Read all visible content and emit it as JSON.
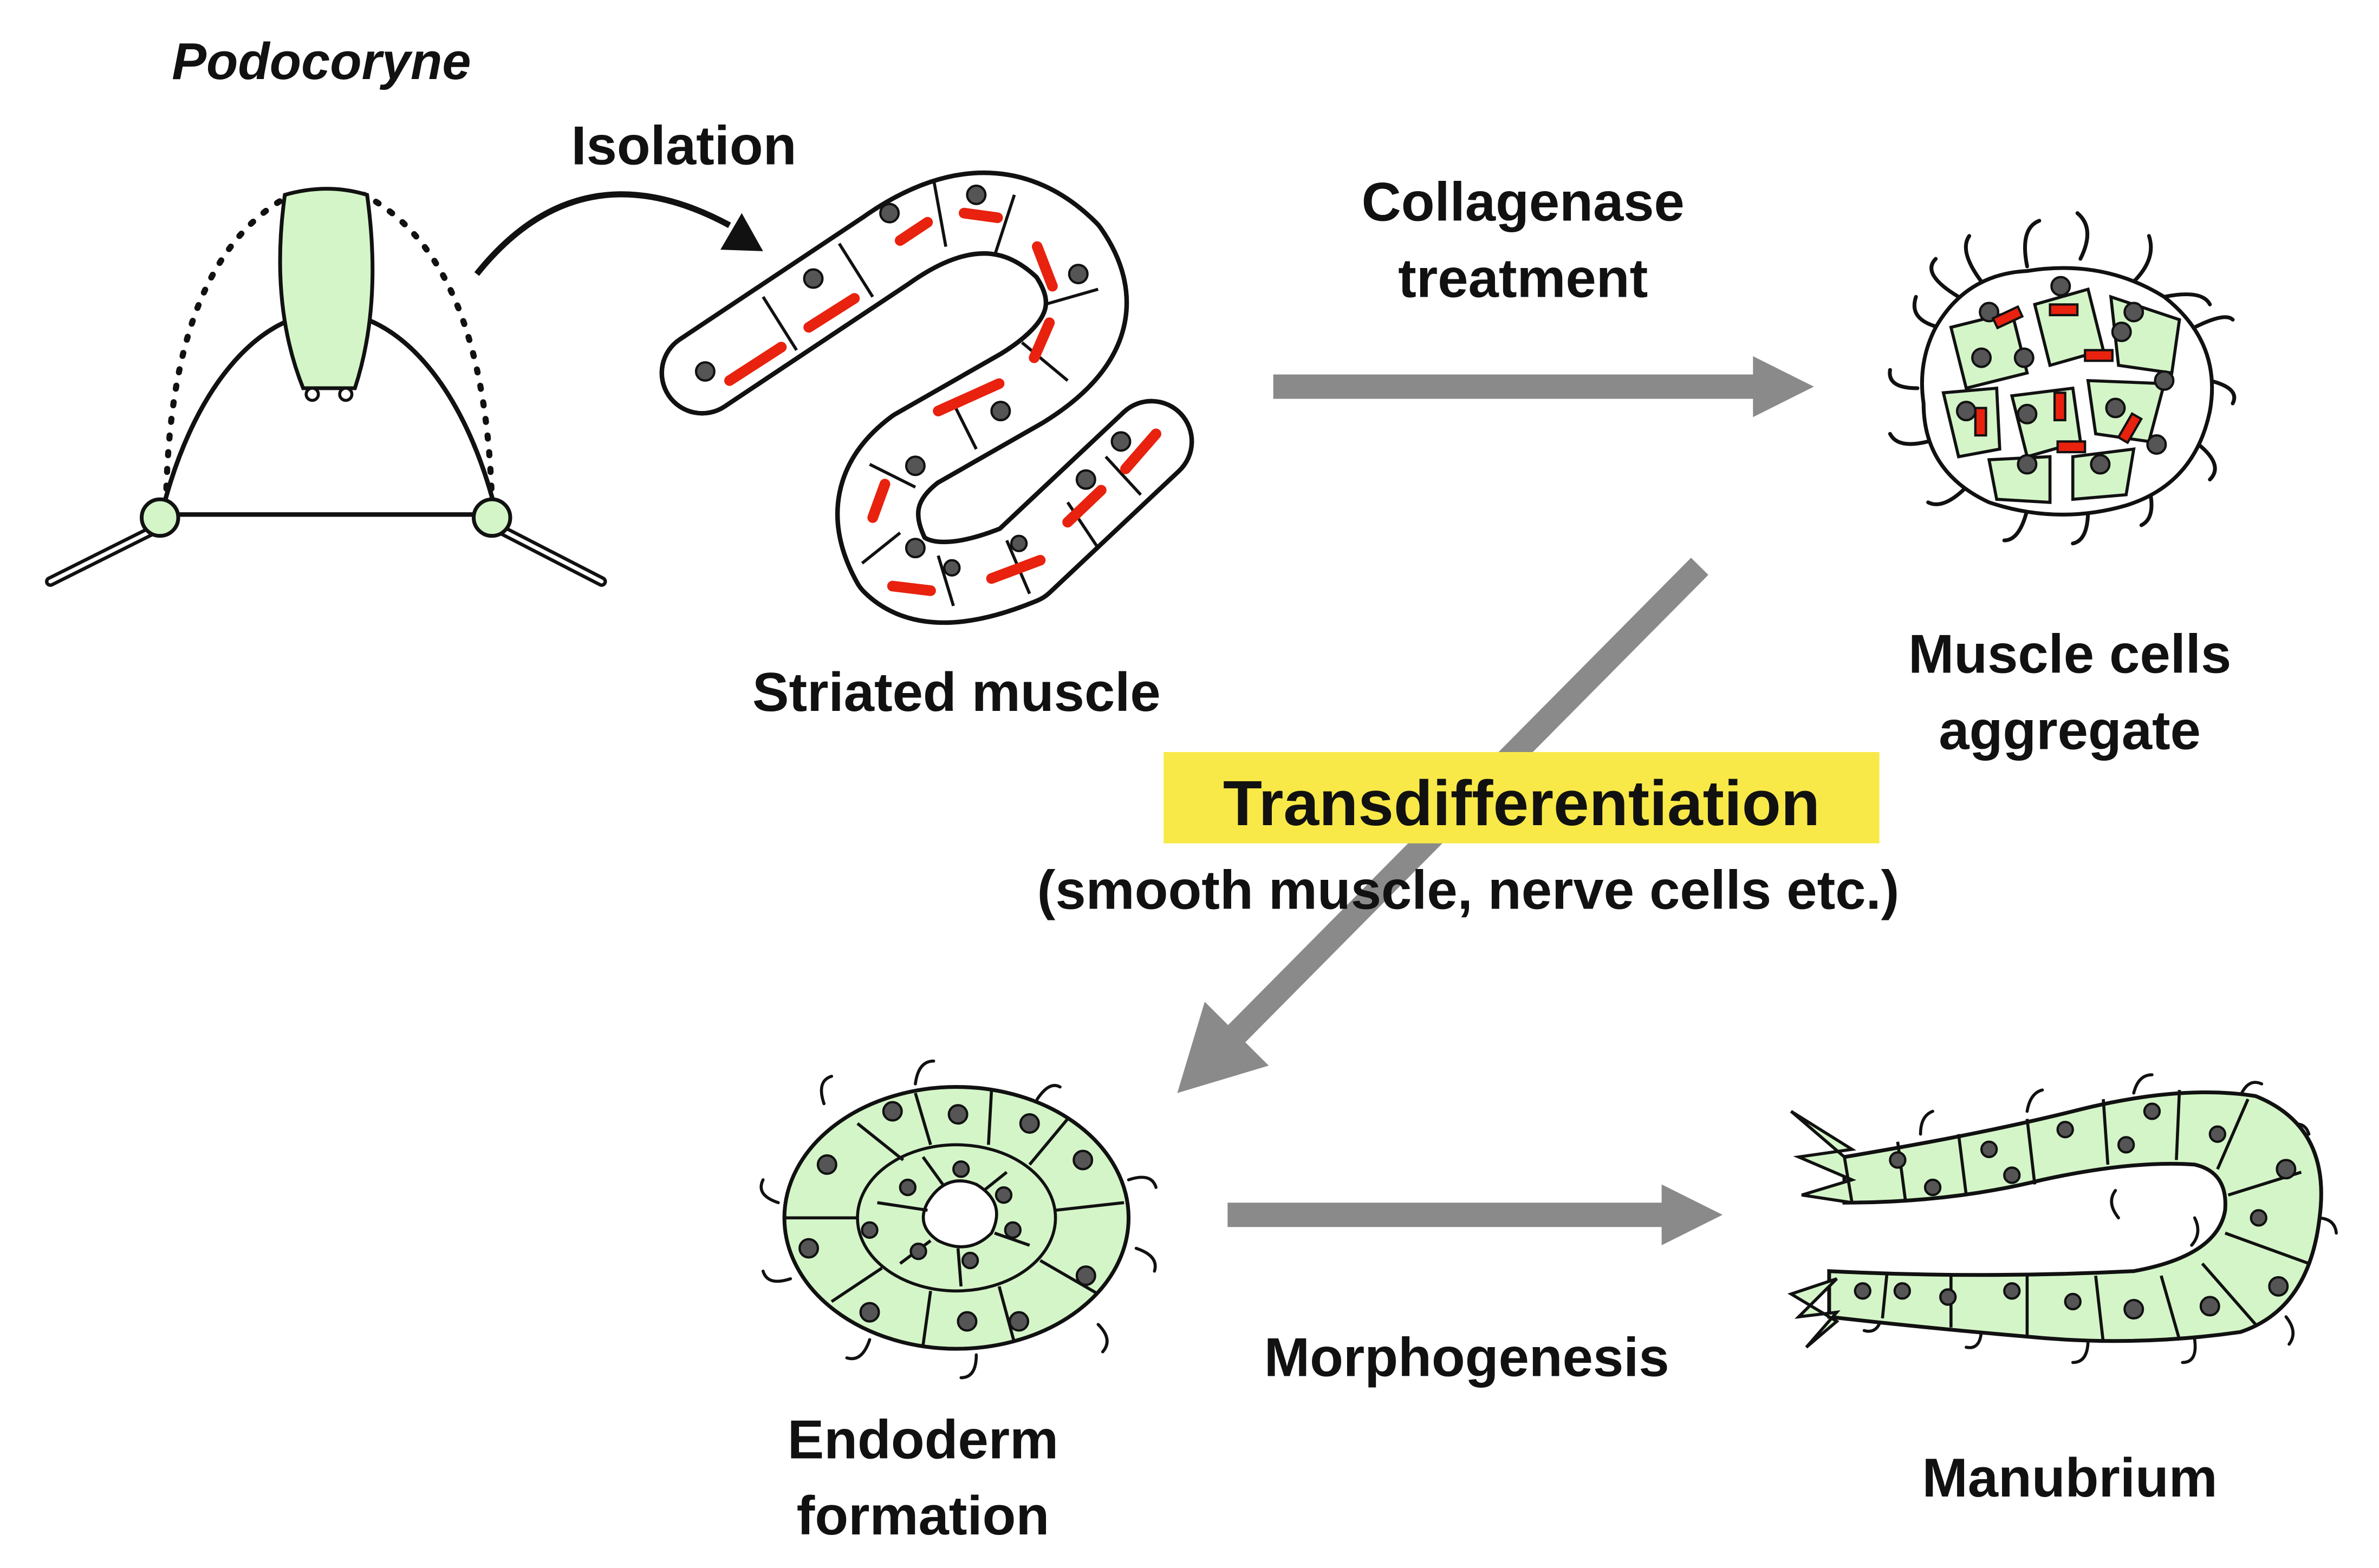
{
  "labels": {
    "organism": "Podocoryne",
    "isolation": "Isolation",
    "striated_muscle": "Striated muscle",
    "collagenase_line1": "Collagenase",
    "collagenase_line2": "treatment",
    "aggregate_line1": "Muscle cells",
    "aggregate_line2": "aggregate",
    "transdifferentiation": "Transdifferentiation",
    "transdiff_detail": "(smooth muscle, nerve cells etc.)",
    "endoderm_line1": "Endoderm",
    "endoderm_line2": "formation",
    "morphogenesis": "Morphogenesis",
    "manubrium": "Manubrium"
  },
  "colors": {
    "cell_green": "#d4f5c8",
    "muscle_red": "#e8220e",
    "arrow_gray": "#8a8a8a",
    "nucleus_gray": "#555555",
    "highlight_yellow": "#f8e948",
    "outline": "#111111"
  }
}
